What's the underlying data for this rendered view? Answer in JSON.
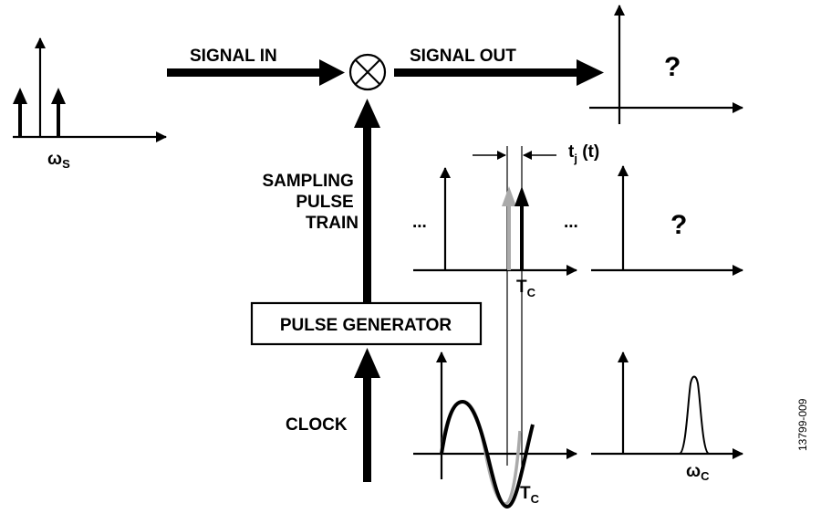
{
  "labels": {
    "omega_s": "ω",
    "omega_s_sub": "S",
    "signal_in": "SIGNAL IN",
    "signal_out": "SIGNAL OUT",
    "sampling_line1": "SAMPLING",
    "sampling_line2": "PULSE",
    "sampling_line3": "TRAIN",
    "pulse_generator": "PULSE GENERATOR",
    "clock": "CLOCK",
    "question_top": "?",
    "question_mid": "?",
    "ellipsis_left": "...",
    "ellipsis_right": "...",
    "tj_main": "t",
    "tj_sub": "j",
    "tj_arg": " (t)",
    "tc_mid_main": "T",
    "tc_mid_sub": "C",
    "tc_bot_main": "T",
    "tc_bot_sub": "C",
    "omega_c": "ω",
    "omega_c_sub": "C",
    "figure_id": "13799-009"
  },
  "colors": {
    "ink": "#000000",
    "ideal_trace": "#aaaaaa"
  }
}
